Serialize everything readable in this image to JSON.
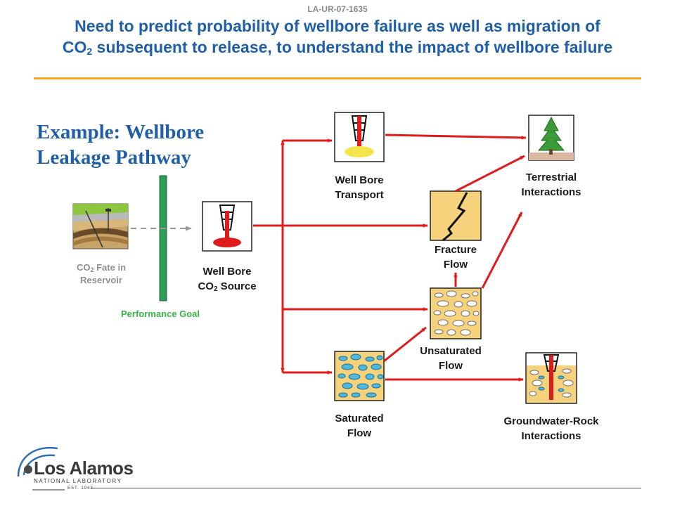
{
  "header": {
    "doc_id": "LA-UR-07-1635",
    "title_line1": "Need to predict probability of wellbore failure as well as migration of",
    "title_line2_pre": "CO",
    "title_line2_sub": "2",
    "title_line2_post": " subsequent to release, to understand the impact of wellbore failure"
  },
  "heading": {
    "line1": "Example: Wellbore",
    "line2": "Leakage Pathway"
  },
  "nodes": {
    "reservoir": {
      "pre": "CO",
      "sub": "2",
      "post": " Fate in",
      "line2": "Reservoir"
    },
    "performance_goal": "Performance Goal",
    "source": {
      "line1": "Well Bore",
      "line2_pre": "CO",
      "line2_sub": "2",
      "line2_post": " Source"
    },
    "transport": {
      "line1": "Well Bore",
      "line2": "Transport"
    },
    "fracture": {
      "line1": "Fracture",
      "line2": "Flow"
    },
    "unsaturated": {
      "line1": "Unsaturated",
      "line2": "Flow"
    },
    "saturated": {
      "line1": "Saturated",
      "line2": "Flow"
    },
    "terrestrial": {
      "line1": "Terrestrial",
      "line2": "Interactions"
    },
    "groundwater": {
      "line1": "Groundwater-Rock",
      "line2": "Interactions"
    }
  },
  "logo": {
    "name": "Los Alamos",
    "sub": "NATIONAL LABORATORY",
    "est": "EST. 1943"
  },
  "colors": {
    "title_blue": "#1f5fa8",
    "arrow_red": "#e01b1b",
    "rule_orange": "#f5a623",
    "goal_green": "#2e9a57",
    "sand": "#f6d27c",
    "water_blue": "#4fb8dc"
  }
}
